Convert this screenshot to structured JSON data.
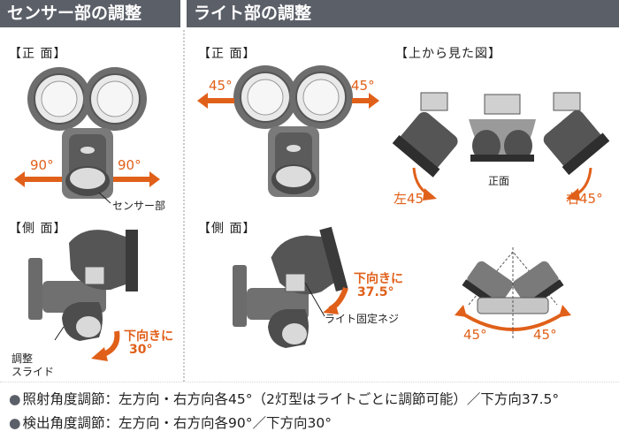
{
  "sections": {
    "sensor": {
      "title": "センサー部の調整"
    },
    "light": {
      "title": "ライト部の調整"
    }
  },
  "views": {
    "front": "【正 面】",
    "side": "【側 面】",
    "top": "【上から見た図】",
    "front_small": "正面"
  },
  "sensor_annotations": {
    "left_angle": "90°",
    "right_angle": "90°",
    "sensor_part": "センサー部",
    "adjust_slide_line1": "調整",
    "adjust_slide_line2": "スライド",
    "down_line1": "下向きに",
    "down_line2": "30°"
  },
  "light_annotations": {
    "left_angle": "45°",
    "right_angle": "45°",
    "down_line1": "下向きに",
    "down_line2": "37.5°",
    "fix_screw": "ライト固定ネジ",
    "top_left": "左45°",
    "top_right": "右45°",
    "bottom_left": "45°",
    "bottom_right": "45°"
  },
  "bullets": [
    "照射角度調節：左方向・右方向各45°（2灯型はライトごとに調節可能）／下方向37.5°",
    "検出角度調節：左方向・右方向各90°／下方向30°"
  ],
  "colors": {
    "header": "#5b5f68",
    "accent": "#e0601a"
  }
}
